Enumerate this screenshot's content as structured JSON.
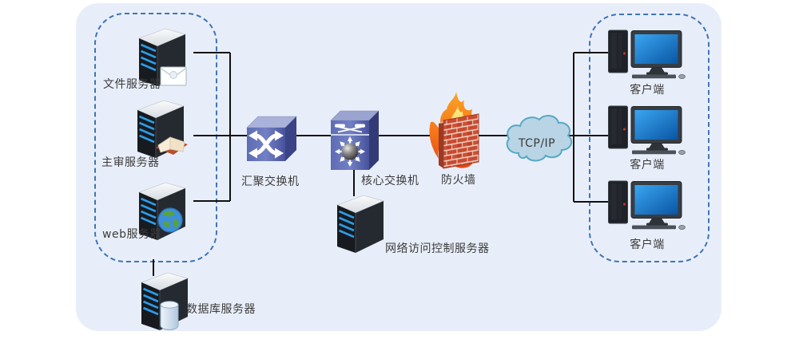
{
  "diagram": {
    "nodes": {
      "file_server": {
        "label": "文件服务器",
        "icon": "server-mail"
      },
      "audit_server": {
        "label": "主审服务器",
        "icon": "server-book"
      },
      "web_server": {
        "label": "web服务器",
        "icon": "server-globe"
      },
      "db_server": {
        "label": "数据库服务器",
        "icon": "server-database"
      },
      "agg_switch": {
        "label": "汇聚交换机",
        "icon": "switch"
      },
      "core_switch": {
        "label": "核心交换机",
        "icon": "multilayer-switch"
      },
      "firewall": {
        "label": "防火墙",
        "icon": "firewall-brick-flame"
      },
      "internet_cloud": {
        "label": "TCP/IP",
        "icon": "cloud"
      },
      "nac_server": {
        "label": "网络访问控制服务器",
        "icon": "server"
      },
      "client_1": {
        "label": "客户端",
        "icon": "desktop-computer"
      },
      "client_2": {
        "label": "客户端",
        "icon": "desktop-computer"
      },
      "client_3": {
        "label": "客户端",
        "icon": "desktop-computer"
      }
    },
    "colors": {
      "panel_bg": "#e8eef9",
      "dashed_border": "#3e74b8",
      "connector": "#101010",
      "label_text": "#3b3b3b",
      "switch_blue": "#5260a8",
      "cloud_fill": "#b9d4e4",
      "cloud_stroke": "#55a9c5",
      "brick_red": "#c94a31",
      "screen_blue": "#1878c8",
      "server_stripe_blue": "#2d9ce8"
    }
  }
}
